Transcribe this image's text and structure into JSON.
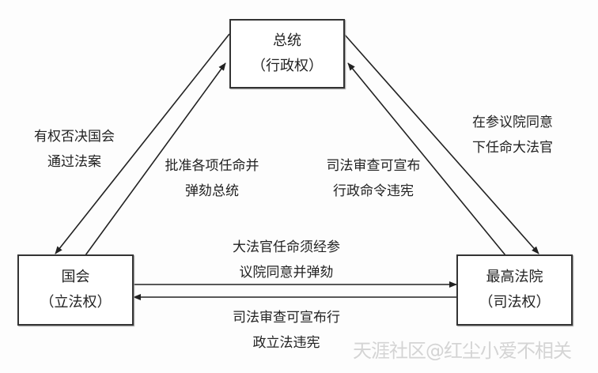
{
  "nodes": {
    "president": {
      "name": "总统",
      "power": "（行政权）"
    },
    "congress": {
      "name": "国会",
      "power": "（立法权）"
    },
    "court": {
      "name": "最高法院",
      "power": "（司法权）"
    }
  },
  "edges": {
    "president_to_congress": [
      "有权否决国会",
      "通过法案"
    ],
    "congress_to_president": [
      "批准各项任命并",
      "弹劾总统"
    ],
    "court_to_president": [
      "司法审查可宣布",
      "行政命令违宪"
    ],
    "president_to_court": [
      "在参议院同意",
      "下任命大法官"
    ],
    "congress_to_court": [
      "大法官任命须经参",
      "议院同意并弹劾"
    ],
    "court_to_congress": [
      "司法审查可宣布行",
      "政立法违宪"
    ]
  },
  "watermark": "天涯社区@红尘小爱不相关"
}
